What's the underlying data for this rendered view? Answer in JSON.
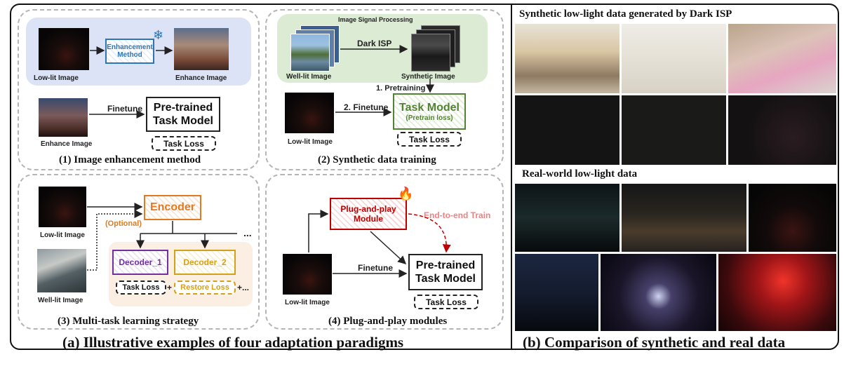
{
  "figure": {
    "left_title": "(a) Illustrative examples of four adaptation paradigms",
    "right_title": "(b) Comparison of synthetic and real data"
  },
  "panel1": {
    "caption": "(1) Image enhancement method",
    "low_lit": "Low-lit Image",
    "method": "Enhancement Method",
    "enhance_out": "Enhance Image",
    "enhance_in": "Enhance Image",
    "finetune": "Finetune",
    "model": "Pre-trained Task Model",
    "loss": "Task Loss"
  },
  "panel2": {
    "caption": "(2) Synthetic data training",
    "isp_title": "Image Signal Processing",
    "dark_isp": "Dark ISP",
    "well_lit": "Well-lit Image",
    "synthetic": "Synthetic Image",
    "pretraining": "1. Pretraining",
    "finetune": "2. Finetune",
    "low_lit": "Low-lit Image",
    "model": "Task Model",
    "model_sub": "(Pretrain loss)",
    "loss": "Task Loss"
  },
  "panel3": {
    "caption": "(3) Multi-task learning strategy",
    "low_lit": "Low-lit Image",
    "well_lit": "Well-lit Image",
    "encoder": "Encoder",
    "optional": "(Optional)",
    "ellipsis": "...",
    "decoder1": "Decoder_1",
    "decoder2": "Decoder_2",
    "task_loss": "Task Loss",
    "restore_loss": "Restore Loss",
    "plus": "+",
    "plus_more": "+..."
  },
  "panel4": {
    "caption": "(4) Plug-and-play modules",
    "module": "Plug-and-play Module",
    "e2e": "End-to-end Train",
    "finetune": "Finetune",
    "low_lit": "Low-lit Image",
    "model": "Pre-trained Task Model",
    "loss": "Task Loss"
  },
  "right": {
    "synthetic_heading": "Synthetic low-light data generated by Dark ISP",
    "real_heading": "Real-world low-light data"
  },
  "icons": [
    "snowflake-icon",
    "flame-icon"
  ],
  "colors": {
    "method_blue": "#2e75b6",
    "panel1_bg": "#dde3f6",
    "panel2_bg": "#dcecd4",
    "task_model_green": "#548235",
    "encoder_orange": "#e07b24",
    "decoder1_purple": "#7030a0",
    "decoder2_gold": "#d4a017",
    "module_red": "#c00000",
    "e2e_pink": "#f08080",
    "decoder_bg": "#fbeee2"
  }
}
